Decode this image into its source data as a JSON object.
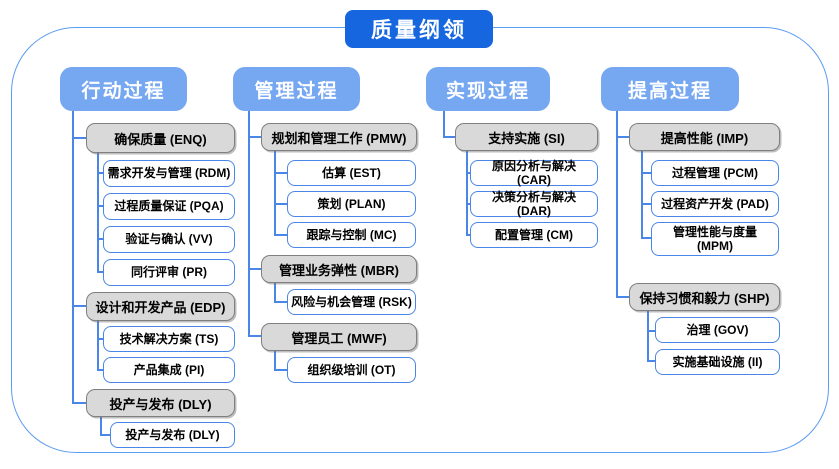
{
  "title": "质量纲领",
  "columns": [
    {
      "header": "行动过程",
      "sections": [
        {
          "label": "确保质量 (ENQ)",
          "children": [
            "需求开发与管理 (RDM)",
            "过程质量保证 (PQA)",
            "验证与确认 (VV)",
            "同行评审 (PR)"
          ]
        },
        {
          "label": "设计和开发产品 (EDP)",
          "children": [
            "技术解决方案 (TS)",
            "产品集成 (PI)"
          ]
        },
        {
          "label": "投产与发布 (DLY)",
          "children": [
            "投产与发布 (DLY)"
          ]
        }
      ]
    },
    {
      "header": "管理过程",
      "sections": [
        {
          "label": "规划和管理工作 (PMW)",
          "children": [
            "估算 (EST)",
            "策划 (PLAN)",
            "跟踪与控制 (MC)"
          ]
        },
        {
          "label": "管理业务弹性 (MBR)",
          "children": [
            "风险与机会管理 (RSK)"
          ]
        },
        {
          "label": "管理员工 (MWF)",
          "children": [
            "组织级培训 (OT)"
          ]
        }
      ]
    },
    {
      "header": "实现过程",
      "sections": [
        {
          "label": "支持实施 (SI)",
          "children": [
            "原因分析与解决 (CAR)",
            "决策分析与解决 (DAR)",
            "配置管理 (CM)"
          ]
        }
      ]
    },
    {
      "header": "提高过程",
      "sections": [
        {
          "label": "提高性能 (IMP)",
          "children": [
            "过程管理 (PCM)",
            "过程资产开发 (PAD)",
            "管理性能与度量 (MPM)"
          ]
        },
        {
          "label": "保持习惯和毅力 (SHP)",
          "children": [
            "治理 (GOV)",
            "实施基础设施 (II)"
          ]
        }
      ]
    }
  ],
  "colors": {
    "title_bg": "#1666DF",
    "header_bg": "#76A7F1",
    "line": "#4A86E8",
    "frame": "#5B9BF0",
    "gray_fill": "#D9D9D9",
    "gray_border": "#7F7F7F",
    "text": "#000000"
  }
}
